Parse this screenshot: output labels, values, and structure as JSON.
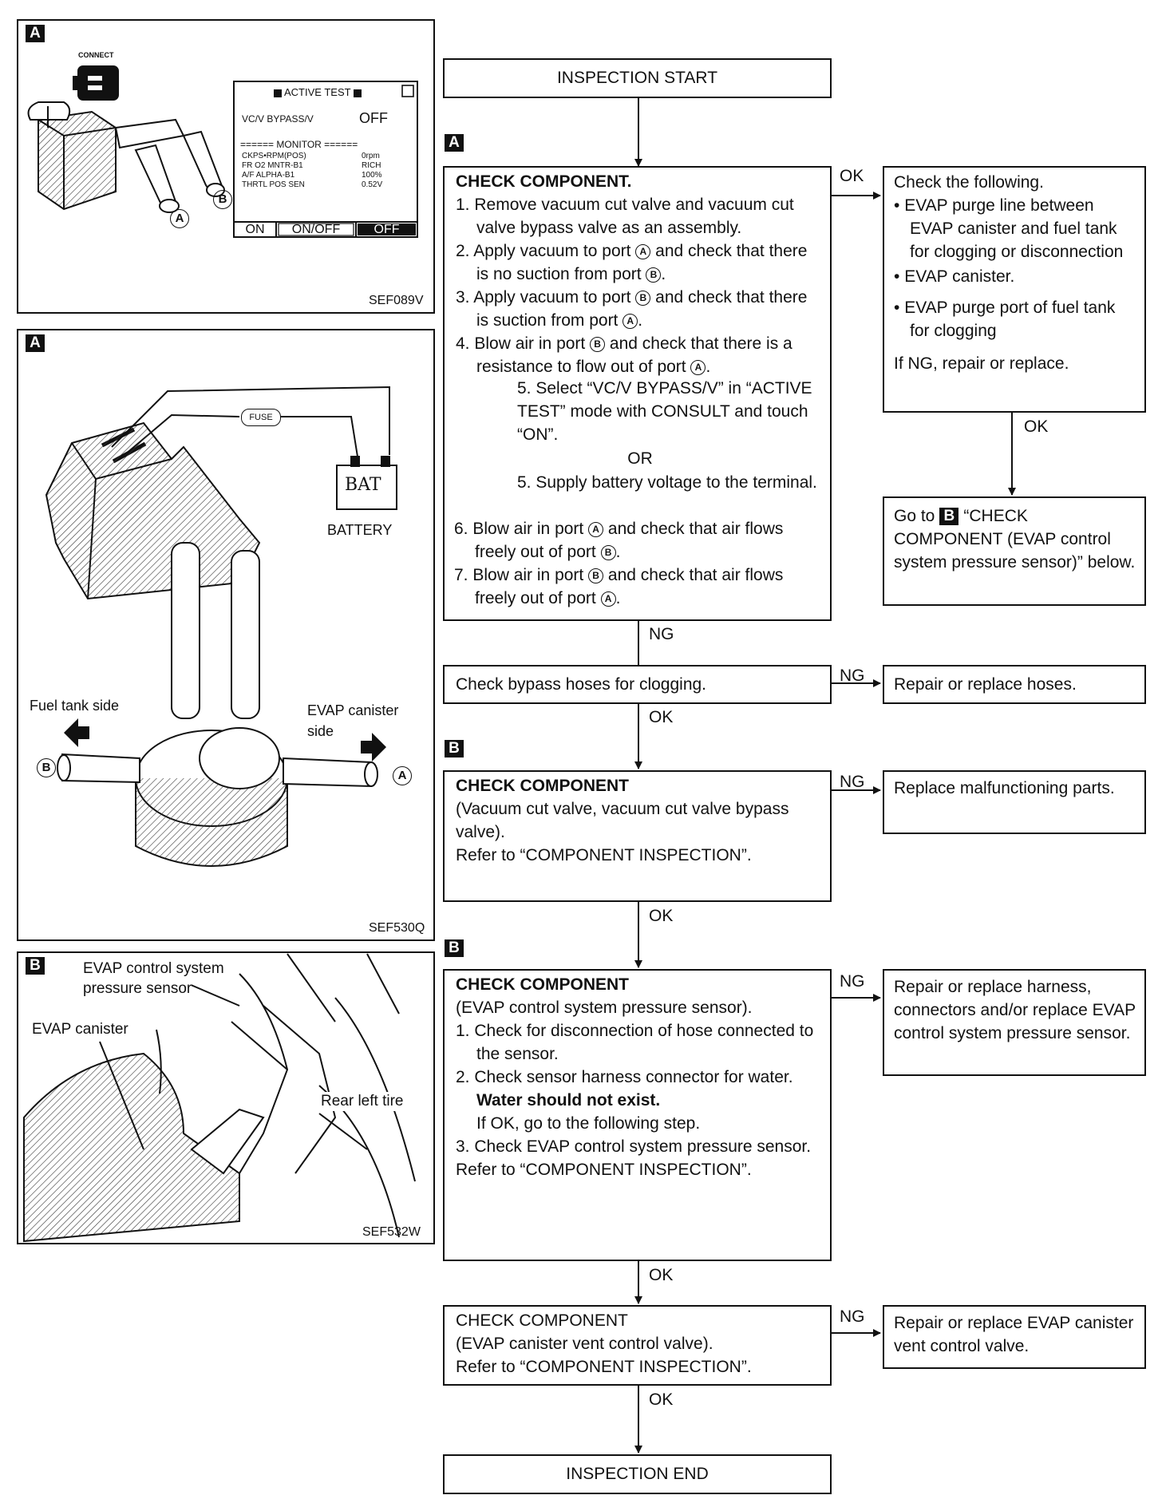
{
  "fig1": {
    "tag": "A",
    "connect_label": "CONNECT",
    "screen_title": "ACTIVE TEST",
    "item_label": "VC/V BYPASS/V",
    "item_value": "OFF",
    "monitor_header": "====== MONITOR ======",
    "monitor_rows": [
      {
        "label": "CKPS•RPM(POS)",
        "value": "0rpm"
      },
      {
        "label": "FR O2 MNTR-B1",
        "value": "RICH"
      },
      {
        "label": "A/F ALPHA-B1",
        "value": "100%"
      },
      {
        "label": "THRTL POS SEN",
        "value": "0.52V"
      }
    ],
    "buttons": [
      "ON",
      "ON/OFF",
      "OFF"
    ],
    "port_a": "A",
    "port_b": "B",
    "code": "SEF089V"
  },
  "fig2": {
    "tag": "A",
    "fuse_label": "FUSE",
    "bat_label": "BAT",
    "battery_label": "BATTERY",
    "fuel_side_label": "Fuel tank side",
    "evap_side_label_1": "EVAP canister",
    "evap_side_label_2": "side",
    "port_a": "A",
    "port_b": "B",
    "code": "SEF530Q"
  },
  "fig3": {
    "tag": "B",
    "sensor_label_1": "EVAP control system",
    "sensor_label_2": "pressure sensor",
    "canister_label": "EVAP canister",
    "tire_label": "Rear left tire",
    "code": "SEF532W"
  },
  "flow": {
    "start": "INSPECTION START",
    "end": "INSPECTION END",
    "tag_a": "A",
    "tag_b1": "B",
    "tag_b2": "B",
    "step1": {
      "title": "CHECK COMPONENT.",
      "items": [
        {
          "num": "1.",
          "text": "Remove vacuum cut valve and vacuum cut valve bypass valve as an assembly."
        },
        {
          "num": "2.",
          "pre": "Apply vacuum to port ",
          "c1": "A",
          "mid": " and check that there is no suction from port ",
          "c2": "B",
          "post": "."
        },
        {
          "num": "3.",
          "pre": "Apply vacuum to port ",
          "c1": "B",
          "mid": " and check that there is suction from port ",
          "c2": "A",
          "post": "."
        },
        {
          "num": "4.",
          "pre": "Blow air in port ",
          "c1": "B",
          "mid": " and check that there is a resistance to flow out of port ",
          "c2": "A",
          "post": "."
        }
      ],
      "item5a": "5. Select “VC/V BYPASS/V” in “ACTIVE TEST” mode with CONSULT and touch “ON”.",
      "or": "OR",
      "item5b": "5. Supply battery voltage to the terminal.",
      "items_b": [
        {
          "num": "6.",
          "pre": "Blow air in port ",
          "c1": "A",
          "mid": " and check that air flows freely out of port ",
          "c2": "B",
          "post": "."
        },
        {
          "num": "7.",
          "pre": "Blow air in port ",
          "c1": "B",
          "mid": " and check that air flows freely out of port ",
          "c2": "A",
          "post": "."
        }
      ]
    },
    "check_following": {
      "title": "Check the following.",
      "bullets": [
        "EVAP purge line between EVAP canister and fuel tank for clogging or disconnection",
        "EVAP canister.",
        "EVAP purge port of fuel tank for clogging"
      ],
      "footer": "If NG, repair or replace."
    },
    "goto": {
      "pre": "Go to",
      "tag": "B",
      "text": "“CHECK COMPONENT (EVAP control system pressure sensor)” below."
    },
    "bypass": "Check bypass hoses for clogging.",
    "repair_hoses": "Repair or replace hoses.",
    "step2": {
      "title": "CHECK COMPONENT",
      "lines": [
        "(Vacuum cut valve, vacuum cut valve bypass valve).",
        "Refer to “COMPONENT INSPECTION”."
      ]
    },
    "replace_parts": "Replace malfunctioning parts.",
    "step3": {
      "title": "CHECK COMPONENT",
      "subtitle": "(EVAP control system pressure sensor).",
      "item1": "1. Check for disconnection of hose connected to the sensor.",
      "item2": "2. Check sensor harness connector for water.",
      "water": "Water should not exist.",
      "if_ok": "If OK, go to the following step.",
      "item3": "3. Check EVAP control system pressure sensor.",
      "refer": "Refer to “COMPONENT INSPECTION”."
    },
    "repair_harness": "Repair or replace harness, connectors and/or replace EVAP control system pressure sensor.",
    "step4": {
      "title": "CHECK COMPONENT",
      "lines": [
        "(EVAP canister vent control valve).",
        "Refer to “COMPONENT INSPECTION”."
      ]
    },
    "repair_vent": "Repair or replace EVAP canister vent control valve.",
    "labels": {
      "ok": "OK",
      "ng": "NG"
    }
  }
}
